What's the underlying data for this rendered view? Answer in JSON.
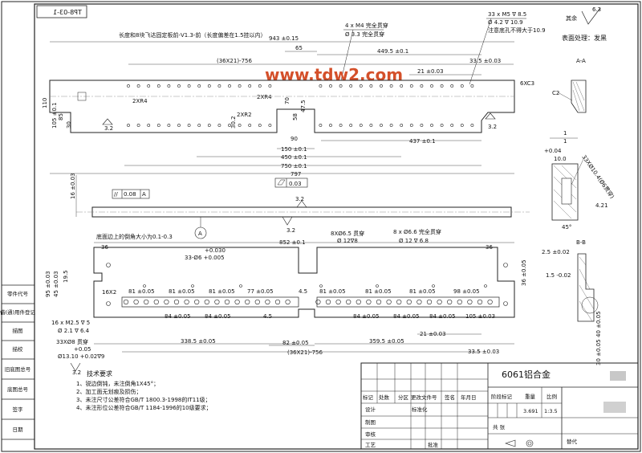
{
  "title_block": {
    "drawing_no_mirrored": "TP8-03-1",
    "material": "6061铝合金",
    "mass": "3.691",
    "scale": "1:3.5",
    "header_labels": [
      "标记",
      "处数",
      "分区",
      "更改文件号",
      "签名",
      "年月日"
    ],
    "row_labels": [
      "设计",
      "标准化",
      "制图",
      "审核",
      "工艺",
      "批准"
    ],
    "right_labels": [
      "阶段标记",
      "重量",
      "比例"
    ],
    "sheet_label": "共 张",
    "version_label": "替代"
  },
  "left_strip": [
    "零件代号",
    "借(通)用件登记",
    "描图",
    "描校",
    "旧底图总号",
    "底图总号",
    "签字",
    "日期"
  ],
  "notes_top": {
    "main_title": "长度和8块飞达固定板前-V1.3-前（长度偏差在1.5挂以内）",
    "hole_note_1": "4 x M4  完全贯穿",
    "hole_note_1b": "Ø 3.3 完全贯穿",
    "hole_note_2": "33 x M5 ∇ 8.5",
    "hole_note_2b": "Ø 4.2 ∇ 10.9",
    "hole_note_2c": "注意底孔不得大于10.9",
    "surface_label": "其余",
    "surface_treatment": "表面处理：发黑",
    "roughness_top": "6.3",
    "section_aa": "A-A",
    "section_bb": "B-B"
  },
  "dims_top": [
    "943 ±0.15",
    "65",
    "449.5 ±0.1",
    "(36X21)-756",
    "33.5 ±0.03",
    "21 ±0.03",
    "6XC3",
    "2XR4",
    "2XR4",
    "2XR2",
    "110",
    "105 ±0.1",
    "85",
    "30",
    "70",
    "58",
    "47.5",
    "30.2",
    "90",
    "150 ±0.1",
    "450 ±0.1",
    "437 ±0.1",
    "750 ±0.1",
    "797",
    "3.2",
    "3.2"
  ],
  "dims_mid": [
    "16 ±0.03",
    "0.08",
    "A",
    "0.03",
    "3.2",
    "3.2",
    "底面边上的倒角大小为0.1-0.3",
    "A"
  ],
  "dims_bottom": [
    "852 ±0.1",
    "+0.030",
    "33-Ø6 +0.005",
    "8XØ6.5 贯穿",
    "Ø 12∇8",
    "8 x Ø6.6 完全贯穿",
    "Ø 12 ∇ 6.8",
    "36",
    "36",
    "16X2",
    "95 ±0.03",
    "45 ±0.03",
    "19.5",
    "81 ±0.05",
    "81 ±0.05",
    "81 ±0.05",
    "77 ±0.05",
    "81 ±0.05",
    "81 ±0.05",
    "81 ±0.05",
    "98 ±0.05",
    "84 ±0.05",
    "84 ±0.05",
    "84 ±0.05",
    "84 ±0.05",
    "84 ±0.05",
    "105 ±0.03",
    "4.5",
    "4.5",
    "16 x M2.5 ∇ 5",
    "Ø 2.1 ∇ 6.4",
    "21 ±0.03",
    "33XØ8 贯穿",
    "+0.05",
    "Ø13.10 +0.02∇9",
    "338.5 ±0.05",
    "82 ±0.05",
    "359.5 ±0.05",
    "(36X21)-756",
    "33.5 ±0.03",
    "3.2",
    "36 ±0.05",
    "40 ±0.05",
    "30 ±0.05"
  ],
  "section_dims": [
    "C2",
    "+0.04",
    "10.0",
    "33XØ10.4(Ø6贯穿)",
    "4.21",
    "45°",
    "2.5 ±0.02",
    "1.5 -0.02",
    "1",
    "1"
  ],
  "tech_requirements": {
    "heading": "技术要求",
    "items": [
      "1、锐边倒钝，未注倒角1X45°；",
      "2、加工面无划痕及损伤；",
      "3、未注尺寸公差符合GB/T 1800.3-1998的IT11级；",
      "4、未注形位公差符合GB/T 1184-1996的10级要求；"
    ]
  },
  "watermark": "www.tdw2.com"
}
